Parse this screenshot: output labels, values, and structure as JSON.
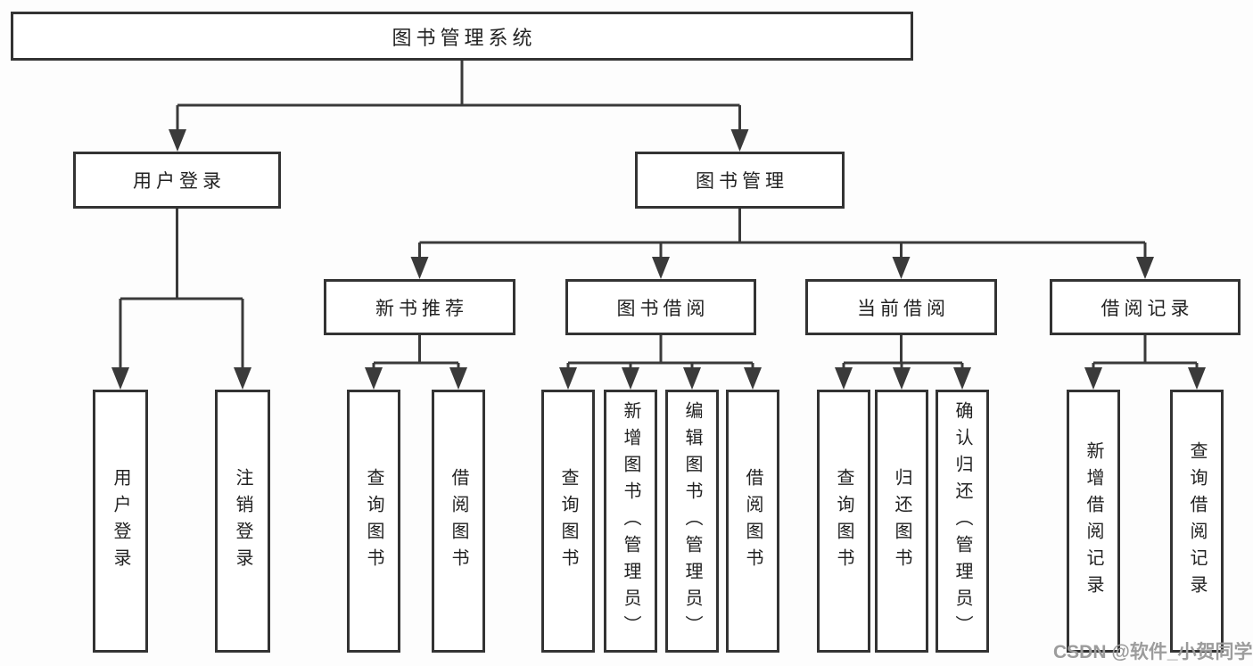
{
  "diagram_title": "图书管理系统",
  "watermark": {
    "text": "CSDN @软件_小贺同学"
  },
  "colors": {
    "line": "#3a3a3a",
    "border": "#333333",
    "box_fill": "#ffffff",
    "text": "#222222",
    "watermark": "#9c9c9c",
    "background": "#fdfdfd"
  },
  "tree": {
    "label": "图书管理系统",
    "children": [
      {
        "label": "用户登录",
        "children": [
          {
            "label": "用户登录"
          },
          {
            "label": "注销登录"
          }
        ]
      },
      {
        "label": "图书管理",
        "children": [
          {
            "label": "新书推荐",
            "children": [
              {
                "label": "查询图书"
              },
              {
                "label": "借阅图书"
              }
            ]
          },
          {
            "label": "图书借阅",
            "children": [
              {
                "label": "查询图书"
              },
              {
                "label": "新增图书（管理员）"
              },
              {
                "label": "编辑图书（管理员）"
              },
              {
                "label": "借阅图书"
              }
            ]
          },
          {
            "label": "当前借阅",
            "children": [
              {
                "label": "查询图书"
              },
              {
                "label": "归还图书"
              },
              {
                "label": "确认归还（管理员）"
              }
            ]
          },
          {
            "label": "借阅记录",
            "children": [
              {
                "label": "新增借阅记录"
              },
              {
                "label": "查询借阅记录"
              }
            ]
          }
        ]
      }
    ]
  }
}
